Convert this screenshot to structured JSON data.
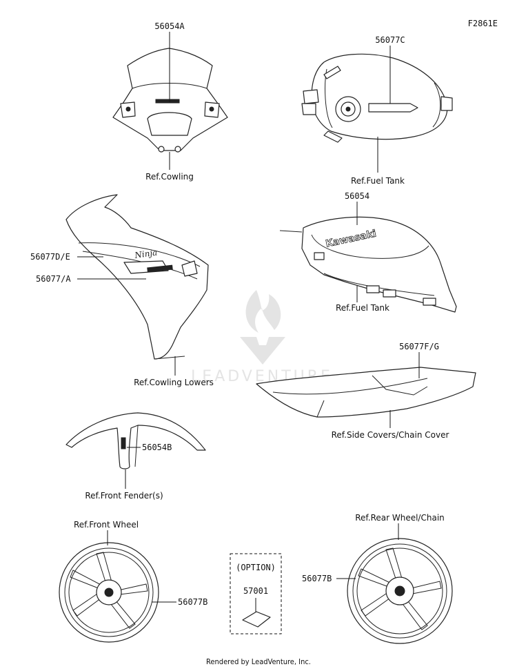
{
  "diagram_id": "F2861E",
  "watermark_text": "LEADVENTURE",
  "footer": "Rendered by LeadVenture, Inc.",
  "parts": {
    "windshield": {
      "part_no": "56054A",
      "ref": "Ref.Cowling"
    },
    "fuel_tank_top": {
      "part_no": "56077C",
      "ref": "Ref.Fuel Tank"
    },
    "fuel_tank_side": {
      "part_no": "56054",
      "ref": "Ref.Fuel Tank",
      "decal_text": "Kawasaki"
    },
    "cowling_lowers": {
      "part_no_1": "56077D/E",
      "part_no_2": "56077/A",
      "ref": "Ref.Cowling Lowers",
      "decal_text": "Ninja"
    },
    "side_covers": {
      "part_no": "56077F/G",
      "ref": "Ref.Side Covers/Chain Cover"
    },
    "front_fender": {
      "part_no": "56054B",
      "ref": "Ref.Front Fender(s)"
    },
    "front_wheel": {
      "part_no": "56077B",
      "ref": "Ref.Front Wheel"
    },
    "option": {
      "label": "(OPTION)",
      "part_no": "57001"
    },
    "rear_wheel": {
      "part_no": "56077B",
      "ref": "Ref.Rear Wheel/Chain"
    }
  }
}
